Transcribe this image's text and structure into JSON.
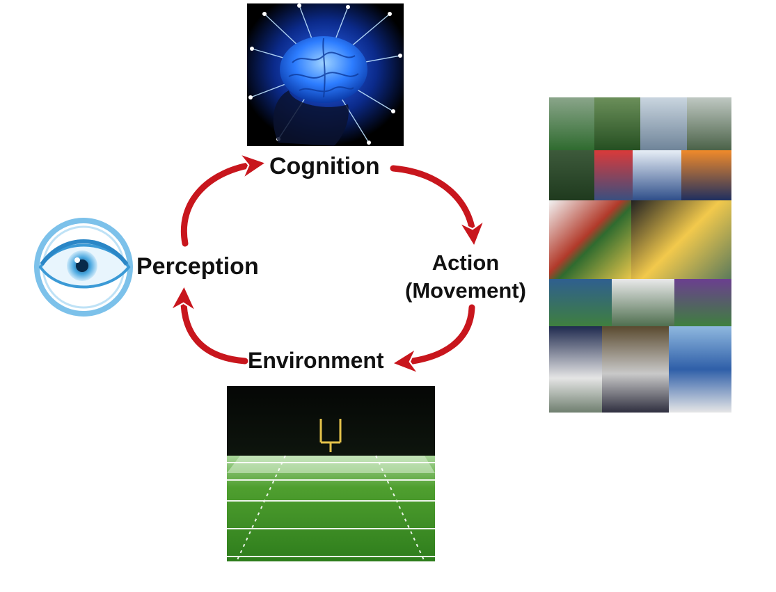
{
  "diagram": {
    "nodes": {
      "cognition": "Cognition",
      "perception": "Perception",
      "action_line1": "Action",
      "action_line2": "(Movement)",
      "environment": "Environment"
    },
    "images": {
      "brain": "brain-illustration",
      "eye": "eye-icon",
      "field": "football-field-photo",
      "players": "football-players-collage"
    },
    "colors": {
      "arrow": "#c8161d",
      "text": "#111111",
      "eye": "#3b9ad6"
    }
  }
}
